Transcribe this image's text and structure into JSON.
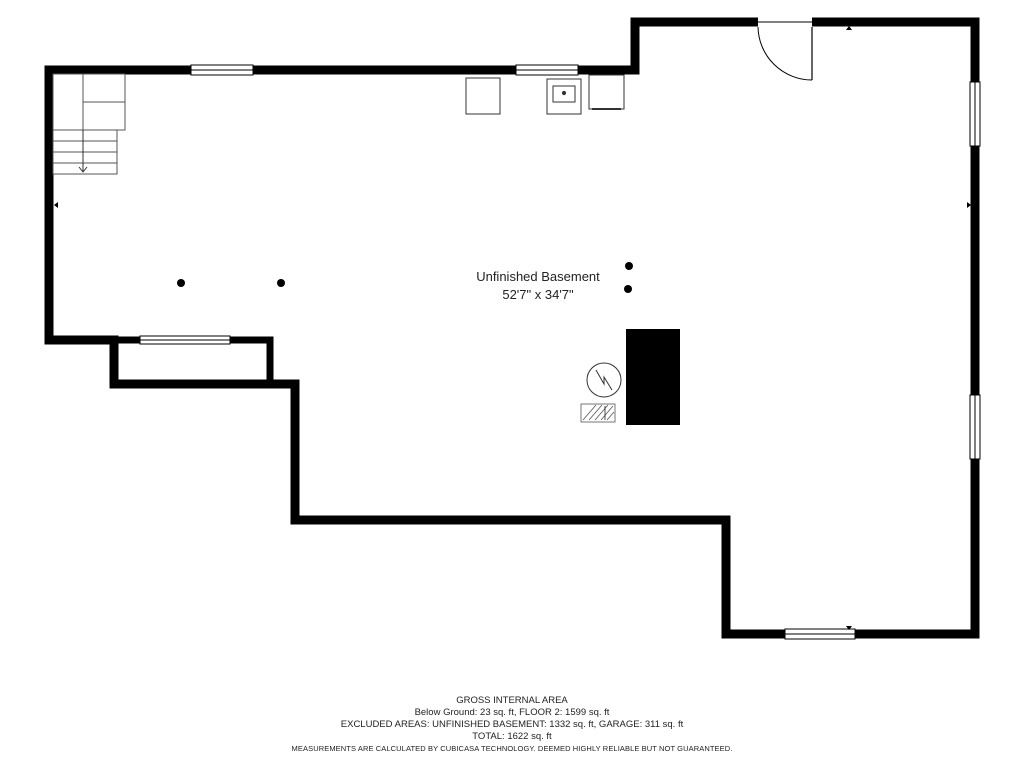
{
  "room": {
    "name": "Unfinished Basement",
    "dimensions": "52'7\" x 34'7\""
  },
  "gross_area": {
    "title": "GROSS INTERNAL AREA",
    "line1": "Below Ground: 23 sq. ft, FLOOR 2: 1599 sq. ft",
    "line2": "EXCLUDED AREAS: UNFINISHED BASEMENT: 1332 sq. ft, GARAGE: 311 sq. ft",
    "total": "TOTAL: 1622 sq. ft",
    "disclaimer": "MEASUREMENTS ARE CALCULATED BY CUBICASA TECHNOLOGY. DEEMED HIGHLY RELIABLE BUT NOT GUARANTEED."
  }
}
